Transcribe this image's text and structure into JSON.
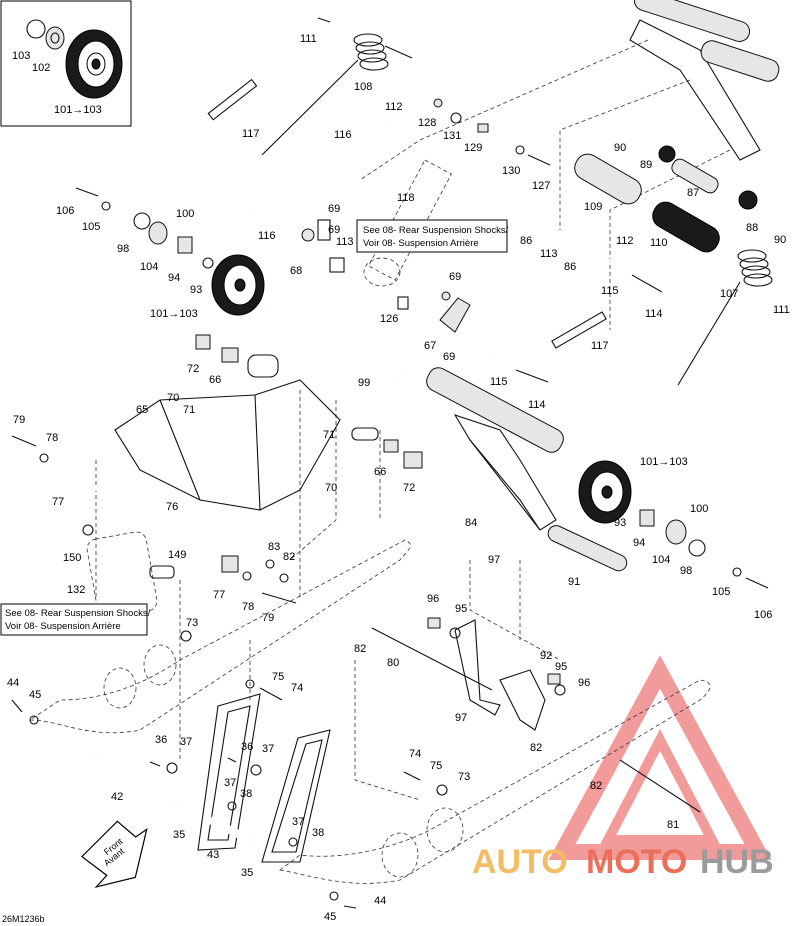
{
  "diagram_code": "26M1236b",
  "notes": {
    "note_top": [
      "See 08- Rear Suspension Shocks/",
      "Voir 08- Suspension Arrière"
    ],
    "note_left": [
      "See 08- Rear Suspension Shocks/",
      "Voir 08- Suspension Arrière"
    ]
  },
  "front_arrow": [
    "Front",
    "Avant"
  ],
  "watermark": {
    "auto": "AUTO",
    "moto": "MOTO",
    "hub": "HUB",
    "colors": {
      "auto": "#f0b24a",
      "moto": "#e8573f",
      "hub": "#8a8a8a"
    }
  },
  "inset_labels": {
    "l103": "103",
    "l102": "102",
    "l101": "101→103"
  },
  "labels": {
    "p111a": "111",
    "p108": "108",
    "p112a": "112",
    "p117a": "117",
    "p116a": "116",
    "p128": "128",
    "p131": "131",
    "p129": "129",
    "p130": "130",
    "p127": "127",
    "p90a": "90",
    "p89": "89",
    "p87": "87",
    "p118": "118",
    "p106a": "106",
    "p100a": "100",
    "p105a": "105",
    "p98a": "98",
    "p104a": "104",
    "p94a": "94",
    "p93a": "93",
    "p116b": "116",
    "p69a": "69",
    "p69b": "69",
    "p68": "68",
    "p113a": "113",
    "p109": "109",
    "p86a": "86",
    "p113b": "113",
    "p86b": "86",
    "p110": "110",
    "p88": "88",
    "p90b": "90",
    "p112b": "112",
    "p115a": "115",
    "p107": "107",
    "p111b": "111",
    "p101a": "101→103",
    "p69c": "69",
    "p126": "126",
    "p67": "67",
    "p69d": "69",
    "p114a": "114",
    "p117b": "117",
    "p72a": "72",
    "p66a": "66",
    "p99": "99",
    "p115b": "115",
    "p114b": "114",
    "p70a": "70",
    "p71a": "71",
    "p65": "65",
    "p79a": "79",
    "p78a": "78",
    "p71b": "71",
    "p66b": "66",
    "p72b": "72",
    "p70b": "70",
    "p101b": "101→103",
    "p100b": "100",
    "p77a": "77",
    "p76": "76",
    "p84": "84",
    "p93b": "93",
    "p94b": "94",
    "p104b": "104",
    "p98b": "98",
    "p150": "150",
    "p149": "149",
    "p83": "83",
    "p82a": "82",
    "p97a": "97",
    "p91": "91",
    "p132": "132",
    "p77b": "77",
    "p78b": "78",
    "p79b": "79",
    "p105b": "105",
    "p106b": "106",
    "p96a": "96",
    "p95a": "95",
    "p73a": "73",
    "p82b": "82",
    "p80": "80",
    "p92": "92",
    "p95b": "95",
    "p96b": "96",
    "p44a": "44",
    "p45a": "45",
    "p75a": "75",
    "p74a": "74",
    "p97b": "97",
    "p36a": "36",
    "p37a": "37",
    "p36b": "36",
    "p37b": "37",
    "p82c": "82",
    "p42": "42",
    "p37c": "37",
    "p38a": "38",
    "p74b": "74",
    "p75b": "75",
    "p73b": "73",
    "p82d": "82",
    "p35a": "35",
    "p37d": "37",
    "p38b": "38",
    "p43": "43",
    "p35b": "35",
    "p81": "81",
    "p45b": "45",
    "p44b": "44"
  }
}
